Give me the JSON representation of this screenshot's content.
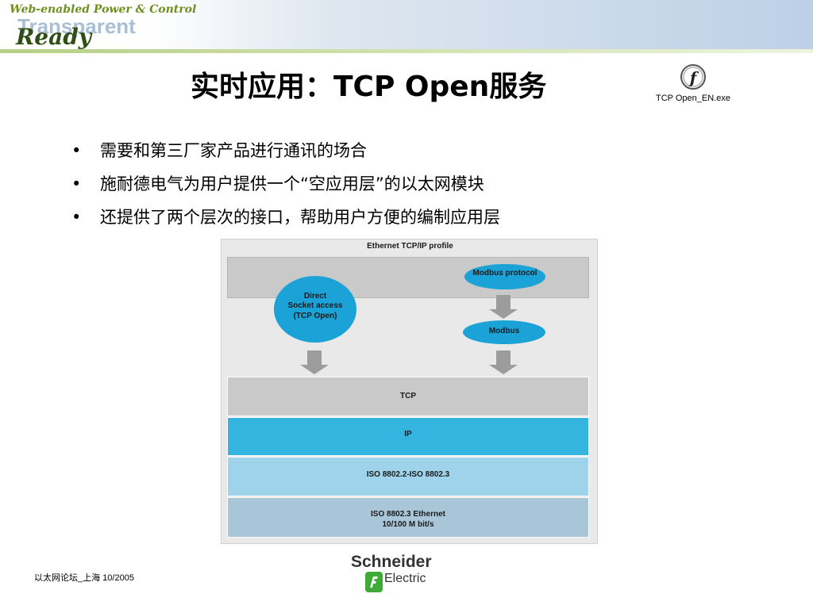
{
  "header": {
    "logo_line1": "Web-enabled Power & Control",
    "logo_line2": "Transparent",
    "logo_line3": "Ready"
  },
  "title": "实时应用：TCP Open服务",
  "file_icon": {
    "icon": "flash-file-icon",
    "label": "TCP Open_EN.exe"
  },
  "bullets": [
    "需要和第三厂家产品进行通讯的场合",
    "施耐德电气为用户提供一个“空应用层”的以太网模块",
    "还提供了两个层次的接口，帮助用户方便的编制应用层"
  ],
  "bullet_glyph": "•",
  "diagram": {
    "title": "Ethernet TCP/IP profile",
    "modbus_protocol": "Modbus protocol",
    "direct_socket": [
      "Direct",
      "Socket access",
      "(TCP Open)"
    ],
    "modbus": "Modbus",
    "layers": {
      "tcp": "TCP",
      "ip": "IP",
      "iso_8802": "ISO 8802.2-ISO 8802.3",
      "ethernet_line1": "ISO 8802.3 Ethernet",
      "ethernet_line2": "10/100 M bit/s"
    },
    "colors": {
      "ellipse": "#1ba3d8",
      "ip_layer": "#33b5e0",
      "iso_layer": "#9fd3ec",
      "eth_layer": "#a9c6d8",
      "grey_layer": "#c9c9c9",
      "arrow": "#9c9c9c"
    }
  },
  "footer": {
    "text": "以太网论坛_上海  10/2005",
    "brand_name": "Schneider",
    "brand_sub": "Electric"
  }
}
